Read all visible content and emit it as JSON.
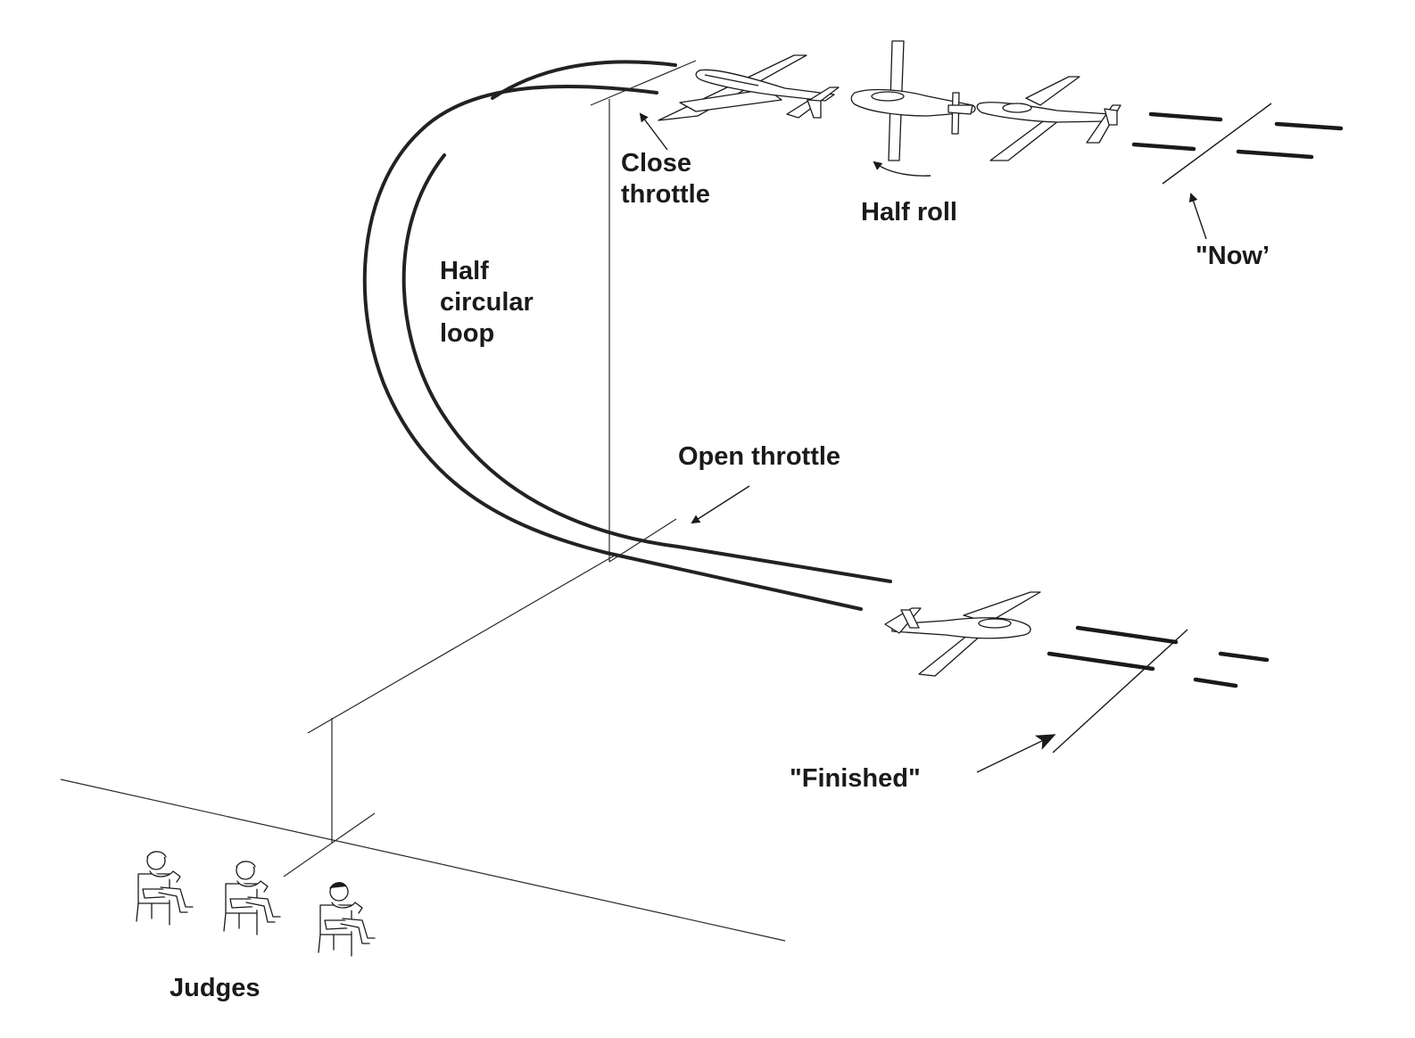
{
  "labels": {
    "close_throttle_line1": "Close",
    "close_throttle_line2": "throttle",
    "half_roll": "Half roll",
    "now": "\"Now’",
    "half_circular_loop_line1": "Half",
    "half_circular_loop_line2": "circular",
    "half_circular_loop_line3": "loop",
    "open_throttle": "Open throttle",
    "finished": "\"Finished\"",
    "judges": "Judges"
  },
  "colors": {
    "ink": "#1a1a1a",
    "fill": "#ffffff"
  }
}
